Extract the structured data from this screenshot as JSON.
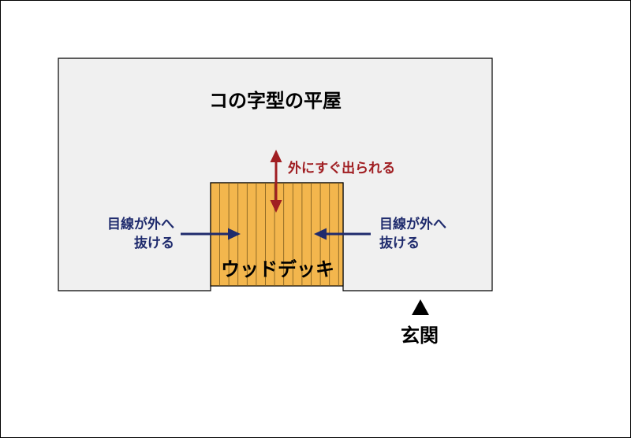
{
  "title": "コの字型の平屋",
  "labels": {
    "outdoor_access": "外にすぐ出られる",
    "view_left_line1": "目線が外へ",
    "view_left_line2": "抜ける",
    "view_right_line1": "目線が外へ",
    "view_right_line2": "抜ける",
    "deck": "ウッドデッキ",
    "entrance": "玄関"
  },
  "colors": {
    "outline": "#000000",
    "house_fill": "#f0f0f0",
    "deck_fill": "#f3b64d",
    "deck_board_line": "#7a5a1e",
    "access_arrow": "#a01e22",
    "view_arrow": "#1f2b6d",
    "text": "#000000"
  }
}
